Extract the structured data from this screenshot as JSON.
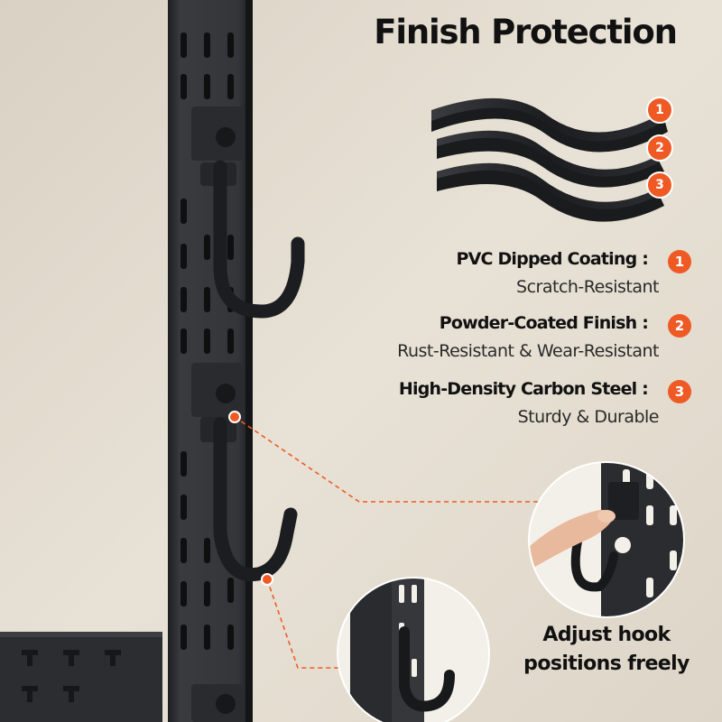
{
  "title": "Finish Protection",
  "layers": [
    {
      "number": "1"
    },
    {
      "number": "2"
    },
    {
      "number": "3"
    }
  ],
  "features": [
    {
      "label": "PVC Dipped Coating :",
      "description": "Scratch-Resistant",
      "number": "1"
    },
    {
      "label": "Powder-Coated Finish :",
      "description": "Rust-Resistant & Wear-Resistant",
      "number": "2"
    },
    {
      "label": "High-Density Carbon Steel :",
      "description": "Sturdy & Durable",
      "number": "3"
    }
  ],
  "caption": {
    "line1": "Adjust hook",
    "line2": "positions freely"
  },
  "colors": {
    "accent": "#ef5a24",
    "wall": "#e4ddd0",
    "steel": "#2f3033",
    "text": "#111111"
  },
  "icons": [
    "pegboard-rail",
    "j-hook",
    "coating-layers",
    "hand-adjusting-hook"
  ]
}
